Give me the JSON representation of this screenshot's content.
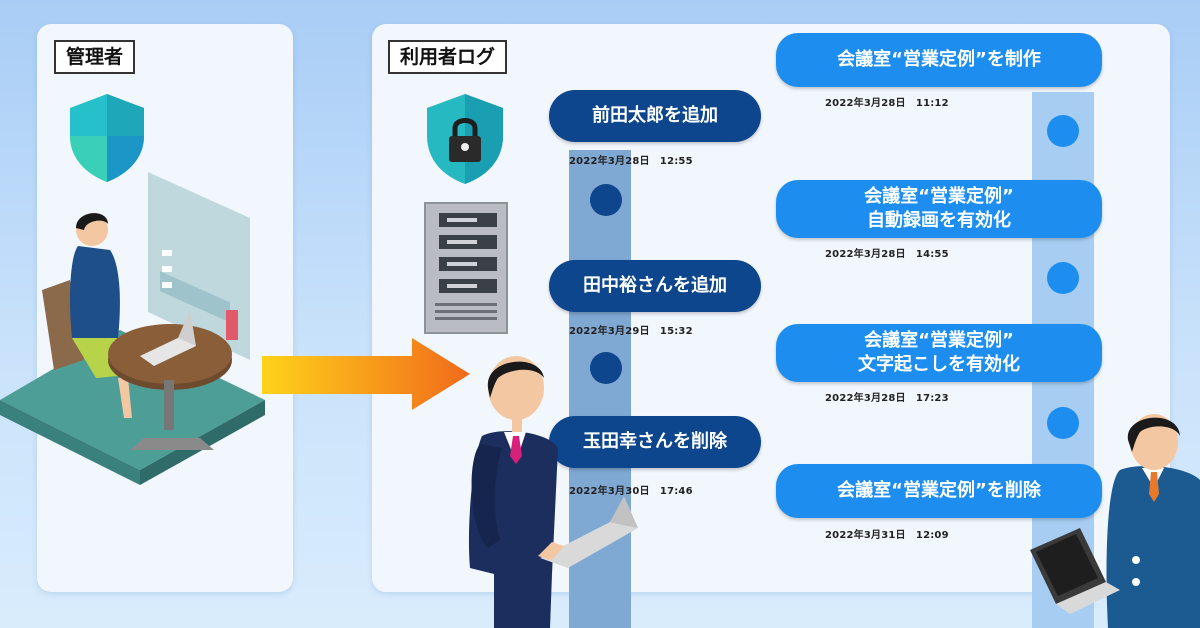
{
  "admin": {
    "label": "管理者"
  },
  "log": {
    "label": "利用者ログ",
    "left_entries": [
      {
        "text": "前田太郎を追加",
        "timestamp": "2022年3月28日　12:55"
      },
      {
        "text": "田中裕さんを追加",
        "timestamp": "2022年3月29日　15:32"
      },
      {
        "text": "玉田幸さんを削除",
        "timestamp": "2022年3月30日　17:46"
      }
    ],
    "right_entries": [
      {
        "text": "会議室“営業定例”を制作",
        "timestamp": "2022年3月28日　11:12"
      },
      {
        "text": "会議室“営業定例”\n自動録画を有効化",
        "timestamp": "2022年3月28日　14:55"
      },
      {
        "text": "会議室“営業定例”\n文字起こしを有効化",
        "timestamp": "2022年3月28日　17:23"
      },
      {
        "text": "会議室“営業定例”を削除",
        "timestamp": "2022年3月31日　12:09"
      }
    ]
  },
  "icons": [
    "shield-icon",
    "lock-shield-icon",
    "server-icon",
    "arrow-icon",
    "admin-person-illustration",
    "user-person-illustration",
    "laptop-icon"
  ],
  "colors": {
    "dark_pill": "#0d468c",
    "light_pill": "#1d8ef0",
    "track_left": "#7fa8d3",
    "track_right": "#a7cdf3"
  }
}
